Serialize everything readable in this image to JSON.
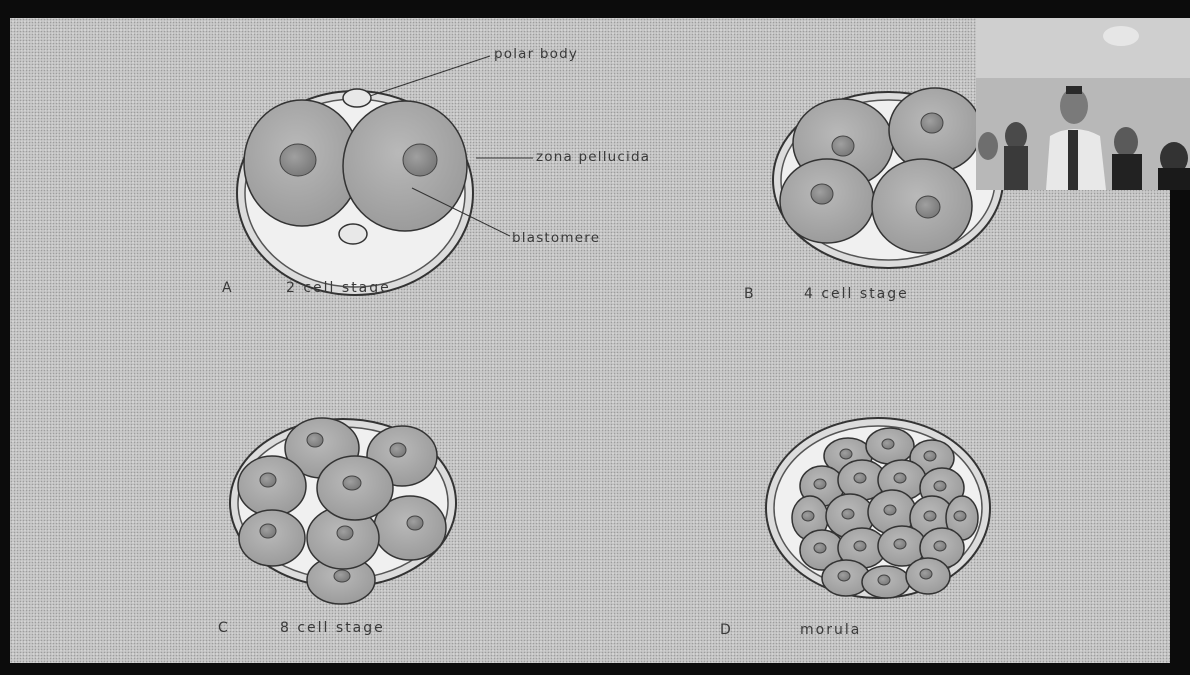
{
  "panels": {
    "a": {
      "letter": "A",
      "caption": "2 cell stage"
    },
    "b": {
      "letter": "B",
      "caption": "4 cell stage"
    },
    "c": {
      "letter": "C",
      "caption": "8 cell stage"
    },
    "d": {
      "letter": "D",
      "caption": "morula"
    }
  },
  "callouts": {
    "polar_body": "polar body",
    "zona_pellucida": "zona pellucida",
    "blastomere": "blastomere"
  },
  "colors": {
    "page_frame": "#0c0c0c",
    "slide_bg": "#c9c9c9",
    "cell_fill": "#a8a8a8",
    "nucleus_fill": "#8a8a8a",
    "zona_fill": "#f2f2f2",
    "line_color": "#3a3a3a"
  },
  "webcam": {
    "icon": "presenter-video-feed"
  }
}
